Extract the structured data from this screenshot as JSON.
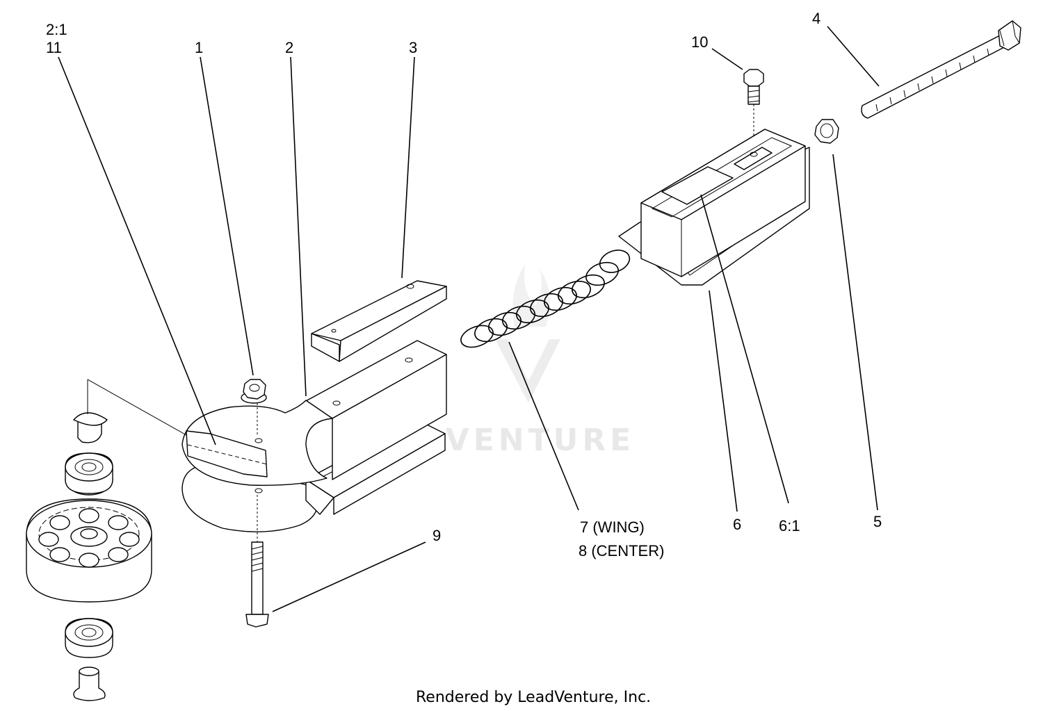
{
  "callouts": {
    "c_2_1": "2:1",
    "c_11": "11",
    "c_1": "1",
    "c_2": "2",
    "c_3": "3",
    "c_10": "10",
    "c_4": "4",
    "c_5": "5",
    "c_6": "6",
    "c_6_1": "6:1",
    "c_7": "7 (WING)",
    "c_8": "8 (CENTER)",
    "c_9": "9"
  },
  "watermark": "LEADVENTURE",
  "footer": "Rendered by LeadVenture, Inc.",
  "colors": {
    "ink": "#000000",
    "watermark": "#e6e6e6",
    "background": "#ffffff"
  }
}
